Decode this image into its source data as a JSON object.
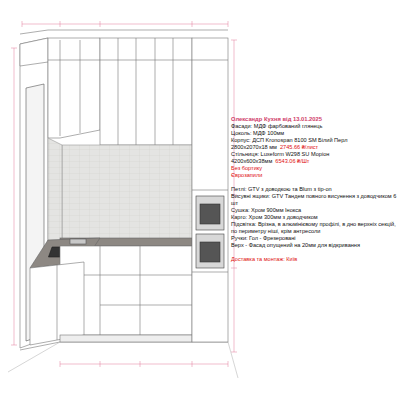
{
  "diagram": {
    "title": "Олександр Кухня від 13.01.2025",
    "labels": [
      "Фасади: МДФ фарбований глянець",
      "Цоколь: МДФ 100мм",
      "Корпус: ДСП Kronospan 8100 SM Білий Перл",
      "2800х2070х18 мм",
      "2745.66 ₴/лист",
      "Стільниця: Luxeform W298 SU Моріон",
      "4200х600х38мм",
      "6543.06 ₴/Шт",
      "Без бортику",
      "Єврозапили",
      "Петлі: GTV з доводкою та Blum з tip-on",
      "Висувні ящики: GTV Тандем повного висунення з доводчиком 6 шт",
      "Сушка: Хром 900мм Інокса",
      "Карго: Хром 300мм з доводчиком",
      "Підсвітка: Врізна, в алюмінієвому профілі, в дно верхніх секцій, по периметру ніші, крім антресоли",
      "Ручки: Гол - Фрезеровані",
      "Верх - Фасад опущений на 20мм для відкривання",
      "Доставка та монтаж: Київ"
    ]
  }
}
